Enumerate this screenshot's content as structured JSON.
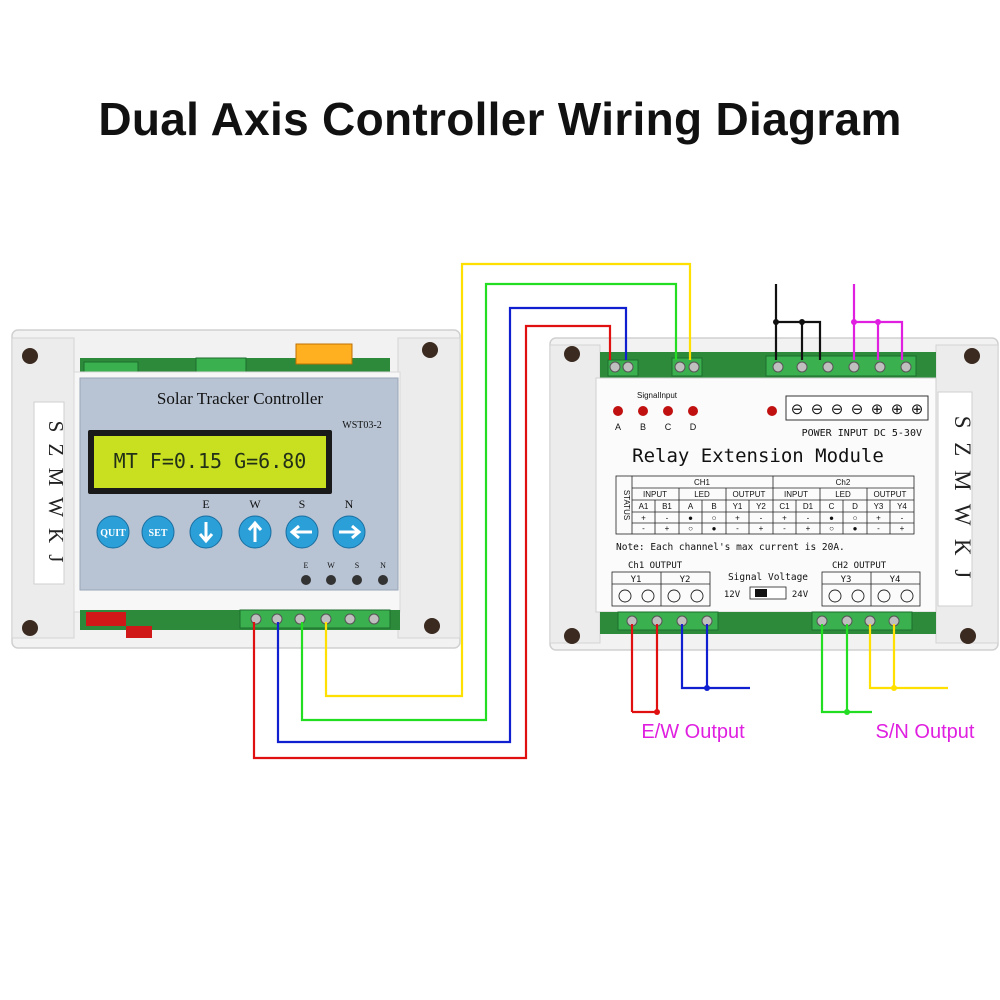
{
  "title": "Dual Axis Controller Wiring Diagram",
  "colors": {
    "yellow_wire": "#ffe000",
    "green_wire": "#22dd22",
    "blue_wire": "#1020d0",
    "red_wire": "#e01010",
    "black_wire": "#111111",
    "magenta_wire": "#e020e0",
    "label_magenta": "#e020e0",
    "lcd_green": "#c8e020",
    "button_blue": "#2b9fd8",
    "panel": "#b8c4d4",
    "terminal_green": "#2faa4a"
  },
  "controller": {
    "brand_vertical": "S Z M W K J",
    "name": "Solar Tracker Controller",
    "model": "WST03-2",
    "lcd_text": "MT F=0.15 G=6.80",
    "buttons": {
      "quit": "QUIT",
      "set": "SET"
    },
    "direction_labels": [
      "E",
      "W",
      "S",
      "N"
    ],
    "led_labels": [
      "E",
      "W",
      "S",
      "N"
    ],
    "arrow_icons": [
      "arrow-down-icon",
      "arrow-up-icon",
      "arrow-left-icon",
      "arrow-right-icon"
    ]
  },
  "relay_module": {
    "brand_vertical": "S Z M W K J",
    "signal_input_label": "SignalInput",
    "signal_leds": [
      "A",
      "B",
      "C",
      "D"
    ],
    "power_terminals": [
      "⊖",
      "⊖",
      "⊖",
      "⊖",
      "⊕",
      "⊕",
      "⊕"
    ],
    "power_label": "POWER INPUT DC 5-30V",
    "name": "Relay Extension Module",
    "status_label": "STATUS",
    "table": {
      "ch1": "CH1",
      "ch2": "Ch2",
      "group_headers": [
        "INPUT",
        "LED",
        "OUTPUT",
        "INPUT",
        "LED",
        "OUTPUT"
      ],
      "columns": [
        "A1",
        "B1",
        "A",
        "B",
        "Y1",
        "Y2",
        "C1",
        "D1",
        "C",
        "D",
        "Y3",
        "Y4"
      ],
      "row1": [
        "+",
        "-",
        "●",
        "○",
        "+",
        "-",
        "+",
        "-",
        "●",
        "○",
        "+",
        "-"
      ],
      "row2": [
        "-",
        "+",
        "○",
        "●",
        "-",
        "+",
        "-",
        "+",
        "○",
        "●",
        "-",
        "+"
      ]
    },
    "note": "Note: Each channel's max current is 20A.",
    "ch1_output": "Ch1 OUTPUT",
    "ch2_output": "CH2 OUTPUT",
    "outputs": [
      "Y1",
      "Y2",
      "Y3",
      "Y4"
    ],
    "signal_voltage": "Signal Voltage",
    "v12": "12V",
    "v24": "24V"
  },
  "labels": {
    "ew_output": "E/W Output",
    "sn_output": "S/N Output"
  }
}
